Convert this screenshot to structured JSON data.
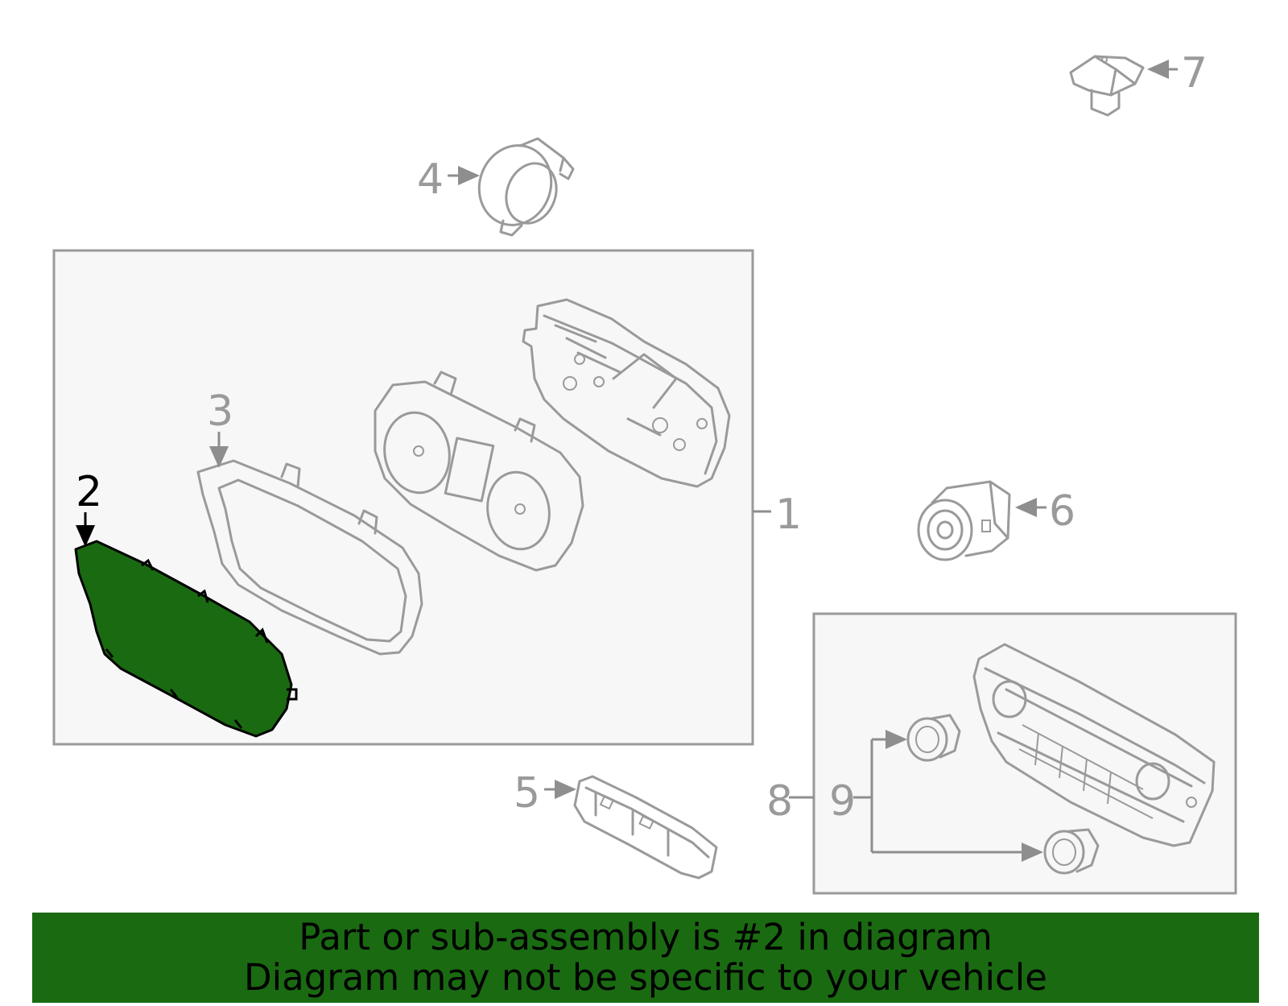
{
  "callouts": {
    "c1": "1",
    "c2": "2",
    "c3": "3",
    "c4": "4",
    "c5": "5",
    "c6": "6",
    "c7": "7",
    "c8": "8",
    "c9": "9"
  },
  "highlight": {
    "part": "2",
    "color": "#1a6a12"
  },
  "banner": {
    "line1": "Part or sub-assembly is #2 in diagram",
    "line2": "Diagram may not be specific to your vehicle"
  }
}
